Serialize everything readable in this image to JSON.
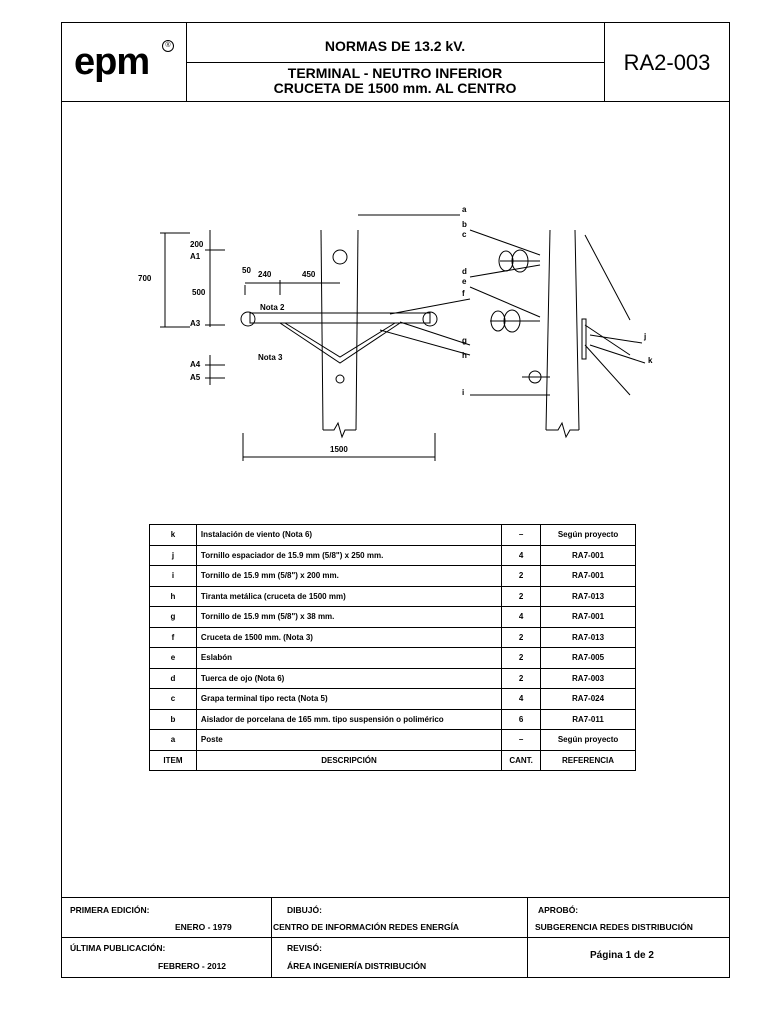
{
  "header": {
    "logo": "epm",
    "registered": "®",
    "title": "NORMAS DE 13.2 kV.",
    "subtitle_1": "TERMINAL - NEUTRO INFERIOR",
    "subtitle_2": "CRUCETA DE 1500 mm. AL CENTRO",
    "code": "RA2-003"
  },
  "drawing": {
    "labels": {
      "a": "a",
      "b": "b",
      "c": "c",
      "d": "d",
      "e": "e",
      "f": "f",
      "g": "g",
      "h": "h",
      "i": "i",
      "j": "j",
      "k": "k"
    },
    "dims": {
      "d700": "700",
      "d200": "200",
      "d500": "500",
      "d50": "50",
      "d240": "240",
      "d450": "450",
      "d1500": "1500",
      "a1": "A1",
      "a3": "A3",
      "a4": "A4",
      "a5": "A5"
    },
    "notes": {
      "nota2": "Nota 2",
      "nota3": "Nota 3"
    }
  },
  "table": {
    "rows": [
      {
        "item": "k",
        "desc": "Instalación de viento (Nota 6)",
        "cant": "–",
        "ref": "Según proyecto"
      },
      {
        "item": "j",
        "desc": "Tornillo espaciador de 15.9 mm (5/8\") x 250 mm.",
        "cant": "4",
        "ref": "RA7-001"
      },
      {
        "item": "i",
        "desc": "Tornillo de 15.9 mm (5/8\") x 200 mm.",
        "cant": "2",
        "ref": "RA7-001"
      },
      {
        "item": "h",
        "desc": "Tiranta metálica (cruceta de 1500 mm)",
        "cant": "2",
        "ref": "RA7-013"
      },
      {
        "item": "g",
        "desc": "Tornillo de 15.9 mm (5/8\") x 38 mm.",
        "cant": "4",
        "ref": "RA7-001"
      },
      {
        "item": "f",
        "desc": "Cruceta de 1500 mm. (Nota 3)",
        "cant": "2",
        "ref": "RA7-013"
      },
      {
        "item": "e",
        "desc": "Eslabón",
        "cant": "2",
        "ref": "RA7-005"
      },
      {
        "item": "d",
        "desc": "Tuerca de ojo (Nota 6)",
        "cant": "2",
        "ref": "RA7-003"
      },
      {
        "item": "c",
        "desc": "Grapa terminal tipo recta (Nota 5)",
        "cant": "4",
        "ref": "RA7-024"
      },
      {
        "item": "b",
        "desc": "Aislador de porcelana de 165 mm. tipo suspensión o polimérico",
        "cant": "6",
        "ref": "RA7-011"
      },
      {
        "item": "a",
        "desc": "Poste",
        "cant": "–",
        "ref": "Según proyecto"
      }
    ],
    "header": {
      "item": "ITEM",
      "desc": "DESCRIPCIÓN",
      "cant": "CANT.",
      "ref": "REFERENCIA"
    }
  },
  "footer": {
    "first_edition_label": "PRIMERA EDICIÓN:",
    "first_edition_value": "ENERO - 1979",
    "drawn_label": "DIBUJÓ:",
    "drawn_value": "CENTRO DE INFORMACIÓN REDES ENERGÍA",
    "approved_label": "APROBÓ:",
    "approved_value": "SUBGERENCIA  REDES DISTRIBUCIÓN",
    "last_pub_label": "ÚLTIMA PUBLICACIÓN:",
    "last_pub_value": "FEBRERO - 2012",
    "reviewed_label": "REVISÓ:",
    "reviewed_value": "ÁREA INGENIERÍA DISTRIBUCIÓN",
    "page": "Página 1 de 2"
  }
}
